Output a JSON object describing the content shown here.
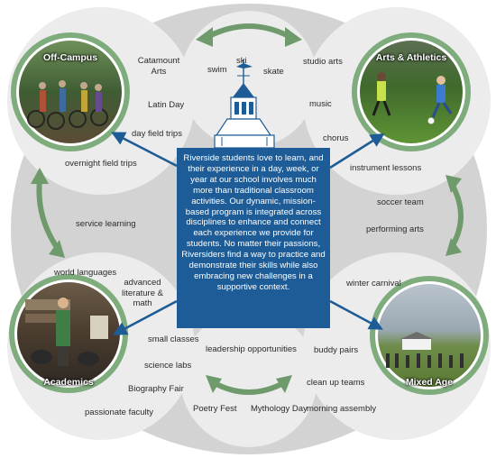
{
  "center_text": "Riverside students love to learn, and their experience in a day, week, or year at our school involves much more than traditional classroom activities. Our dynamic, mission-based program is integrated across disciplines to enhance and connect each experience we provide for students. No matter their passions, Riversiders find a way to practice and demonstrate their skills while also embracing new challenges in a supportive context.",
  "bubbles": {
    "off_campus": "Off-Campus",
    "arts_athletics": "Arts & Athletics",
    "academics": "Academics",
    "mixed_age": "Mixed Age"
  },
  "labels": {
    "ski": "ski",
    "swim": "swim",
    "skate": "skate",
    "catamount_arts": "Catamount Arts",
    "latin_day": "Latin Day",
    "day_field_trips": "day field trips",
    "overnight_field_trips": "overnight field trips",
    "service_learning": "service learning",
    "studio_arts": "studio arts",
    "music": "music",
    "chorus": "chorus",
    "instrument_lessons": "instrument lessons",
    "soccer_team": "soccer team",
    "performing_arts": "performing arts",
    "world_languages": "world  languages",
    "advanced_literature": "advanced literature & math",
    "small_classes": "small classes",
    "science_labs": "science labs",
    "biography_fair": "Biography Fair",
    "passionate_faculty": "passionate faculty",
    "leadership_opportunities": "leadership opportunities",
    "poetry_fest": "Poetry Fest",
    "mythology_day": "Mythology Day",
    "winter_carnival": "winter carnival",
    "buddy_pairs": "buddy pairs",
    "clean_up_teams": "clean up teams",
    "morning_assembly": "morning assembly"
  },
  "colors": {
    "blue": "#1d5c96",
    "green_ring": "#7fac7d",
    "green_arrow": "#6f9a6c",
    "big_gray": "#d3d3d3",
    "lobe": "#ececec"
  }
}
